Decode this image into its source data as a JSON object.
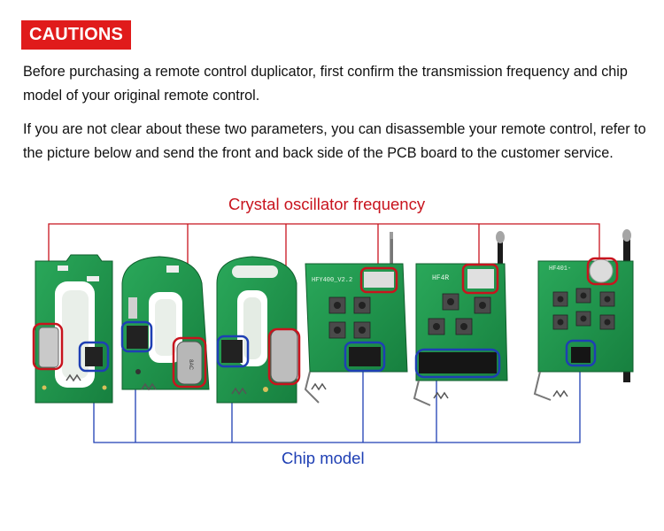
{
  "caution_label": "CAUTIONS",
  "paragraph_1": "Before purchasing a remote control duplicator, first confirm the transmission frequency and chip model of your original remote control.",
  "paragraph_2": "If you are not clear about these two parameters, you can disassemble your remote control, refer to the picture below and send the front and back side of the PCB board to the customer service.",
  "diagram": {
    "crystal_label": "Crystal oscillator frequency",
    "chip_label": "Chip model",
    "board_silkscreen": [
      "HFY400_V2.2",
      "HF4R",
      "HF401-"
    ]
  },
  "colors": {
    "caution_bg": "#e01b1b",
    "crystal_red": "#c8141e",
    "chip_blue": "#1e3fb4",
    "pcb_green": "#1f9a4e"
  }
}
